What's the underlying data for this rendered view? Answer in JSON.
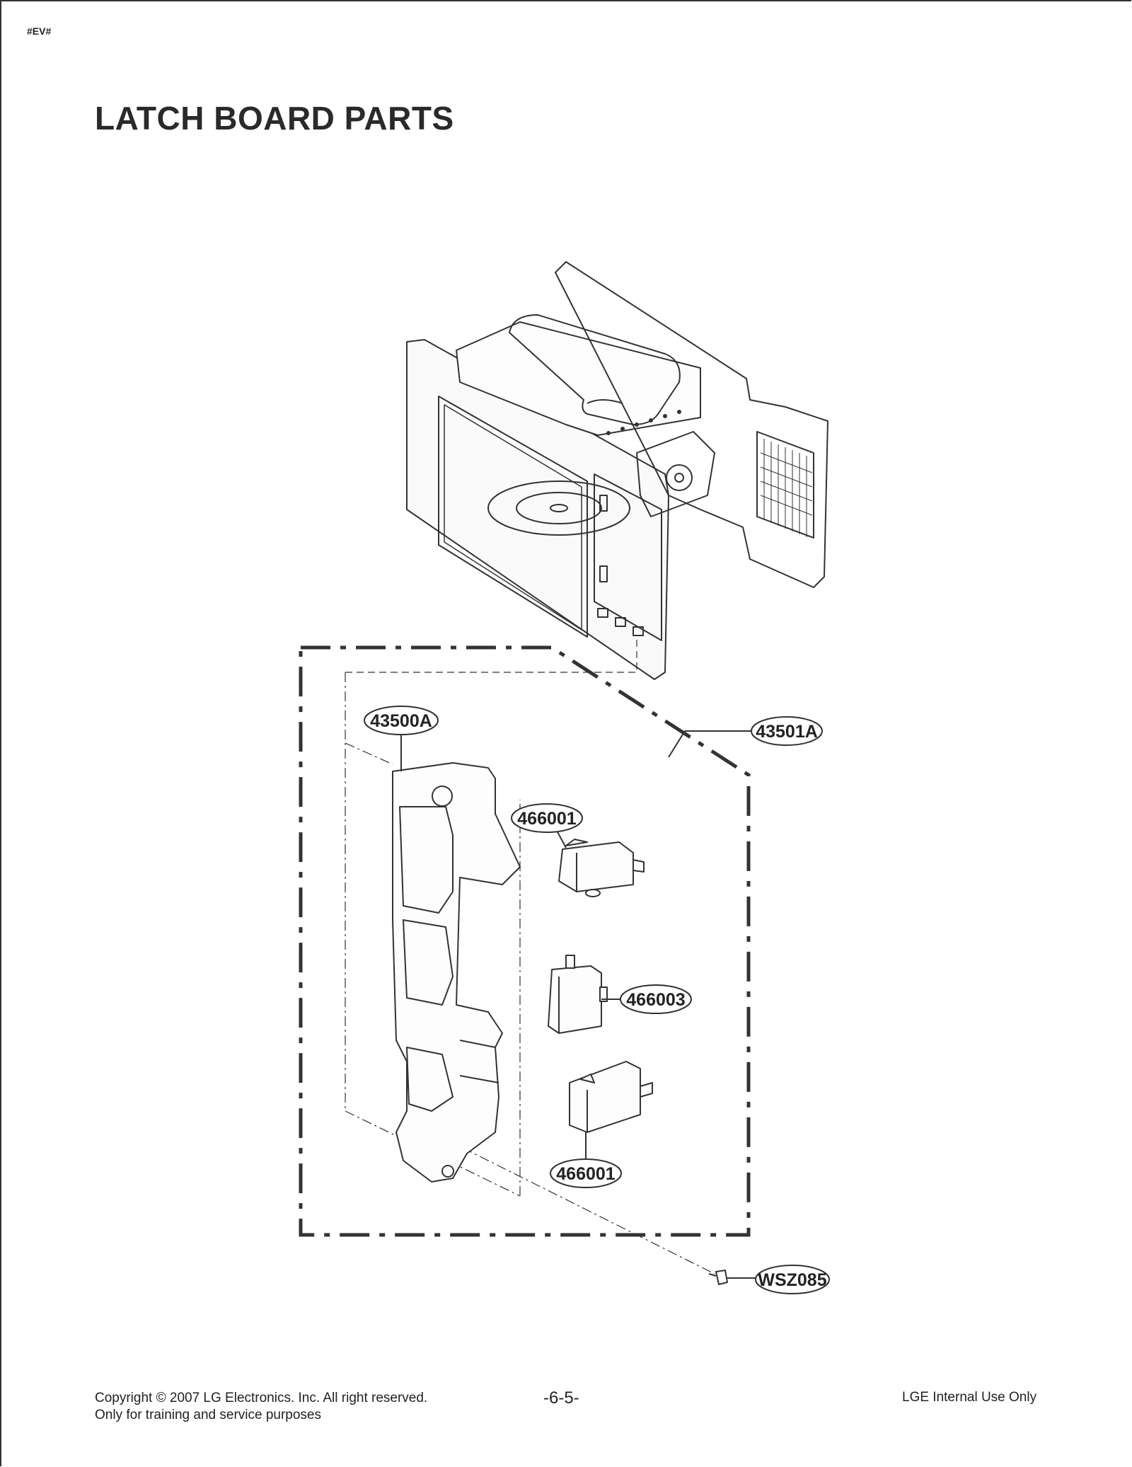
{
  "header": {
    "tag": "#EV#",
    "title": "LATCH BOARD PARTS"
  },
  "callouts": {
    "latch_board": "43500A",
    "latch_assembly": "43501A",
    "switch_top": "466001",
    "switch_middle": "466003",
    "switch_bottom": "466001",
    "screw": "WSZ085"
  },
  "footer": {
    "copyright": "Copyright © 2007 LG Electronics. Inc. All right reserved.",
    "purpose": "Only for training and service purposes",
    "page_number": "-6-5-",
    "internal": "LGE Internal Use Only"
  }
}
